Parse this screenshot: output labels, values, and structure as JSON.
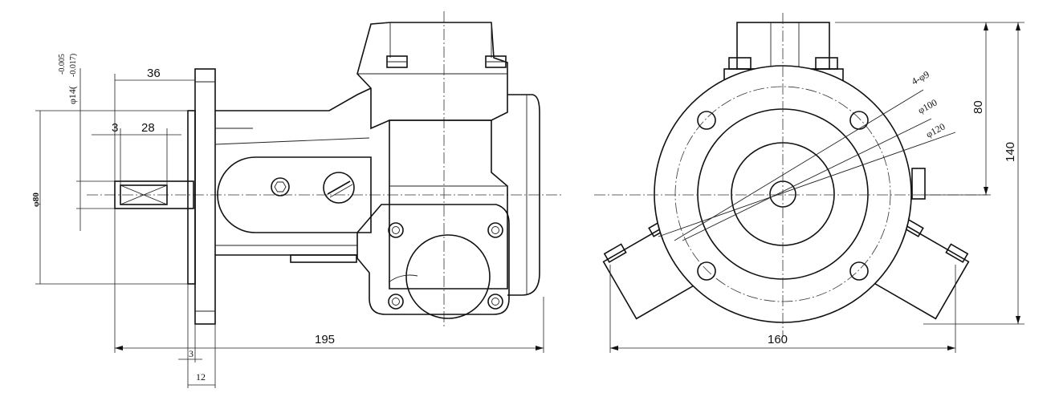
{
  "side_view": {
    "dims": {
      "shaft_length": "36",
      "shoulder": "3",
      "key_length": "28",
      "shaft_tol": "φ14(-0.005\n-0.017)",
      "shaft_tol_main": "φ14(",
      "shaft_tol_upper": "-0.005",
      "shaft_tol_lower": "-0.017)",
      "pilot_dia": "φ80",
      "overall_length": "195",
      "flange_gap": "3",
      "flange_thk": "12"
    }
  },
  "front_view": {
    "dims": {
      "holes": "4-φ9",
      "pcd_inner": "φ100",
      "pcd_outer": "φ120",
      "height_to_center": "80",
      "overall_height": "140",
      "overall_width": "160"
    }
  }
}
